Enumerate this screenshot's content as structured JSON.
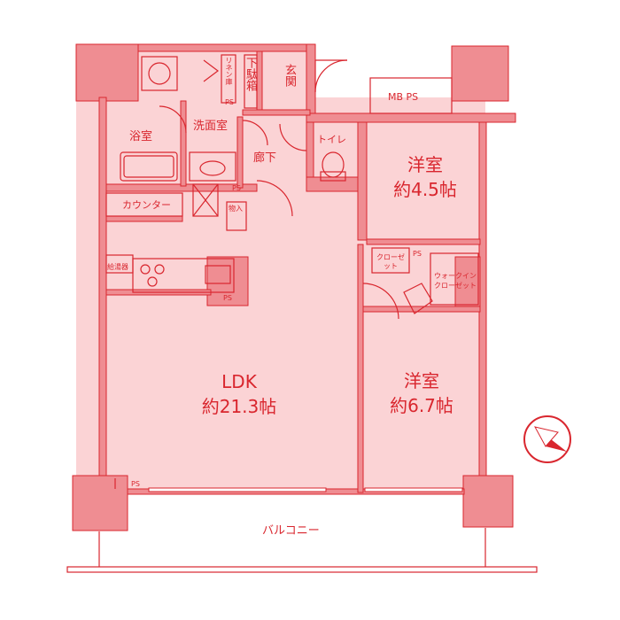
{
  "rooms": {
    "ldk_name": "LDK",
    "ldk_size": "約21.3帖",
    "western1_name": "洋室",
    "western1_size": "約4.5帖",
    "western2_name": "洋室",
    "western2_size": "約6.7帖"
  },
  "labels": {
    "entrance": "玄関",
    "shoe_box": "下駄箱",
    "linen_cabinet": "リネン庫",
    "washroom": "洗面室",
    "bathroom": "浴室",
    "toilet": "トイレ",
    "hallway": "廊下",
    "storage": "物入",
    "counter": "カウンター",
    "closet": "クローゼット",
    "walk_in_closet": "ウォークインクローゼット",
    "balcony": "バルコニー",
    "mb_ps": "MB PS",
    "ps": "PS",
    "water_heater": "給湯器"
  },
  "colors": {
    "wall": "#ef8d92",
    "line": "#d9262e",
    "floor": "#fbd3d5"
  }
}
